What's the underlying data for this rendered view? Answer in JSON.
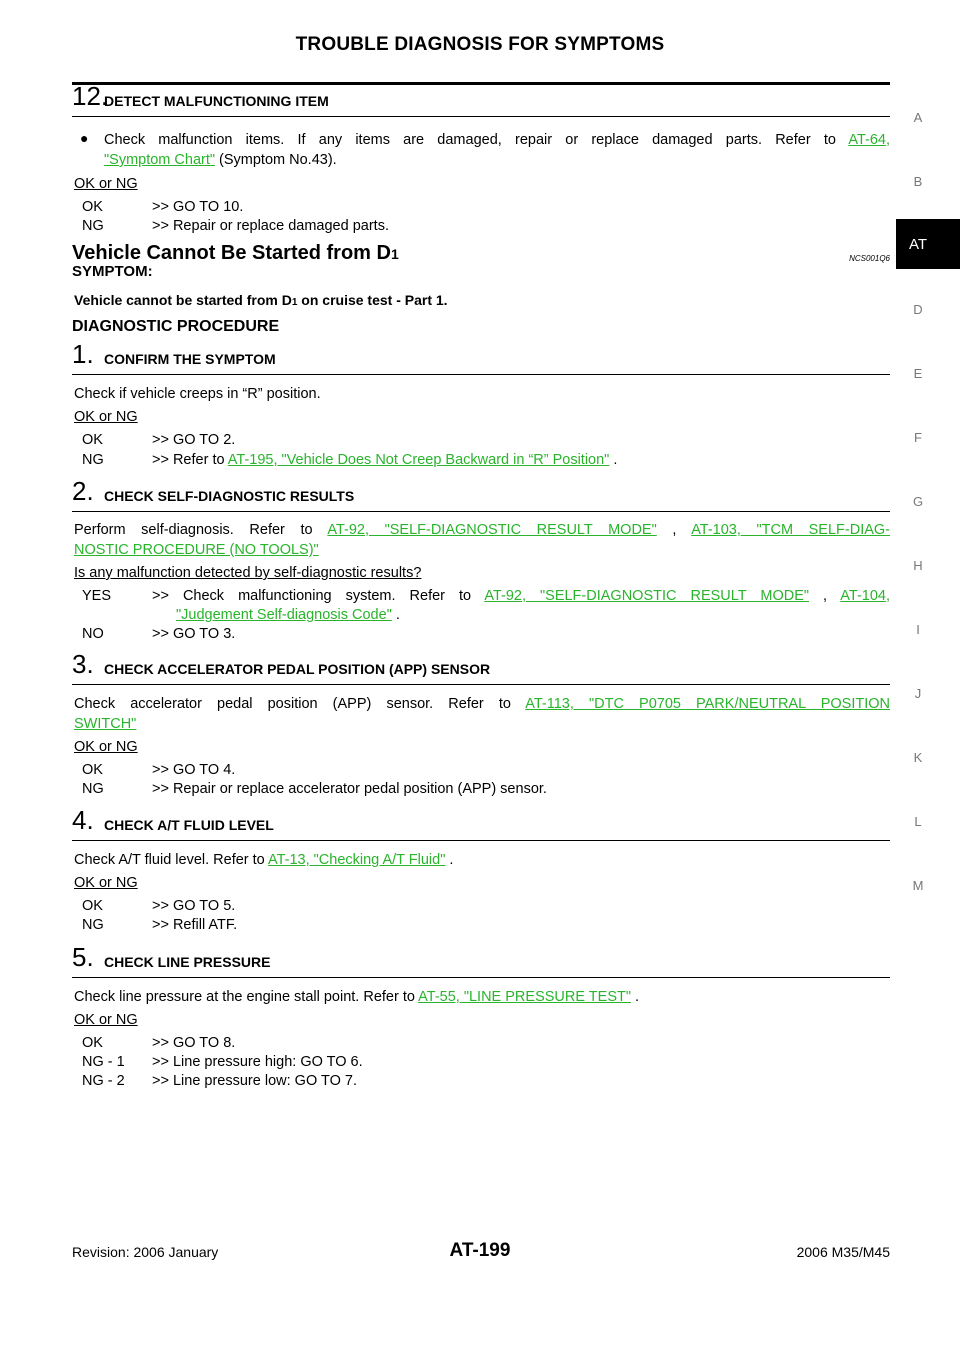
{
  "header": {
    "title": "TROUBLE DIAGNOSIS FOR SYMPTOMS"
  },
  "side_index": [
    "A",
    "B",
    "AT",
    "D",
    "E",
    "F",
    "G",
    "H",
    "I",
    "J",
    "K",
    "L",
    "M"
  ],
  "step12": {
    "num": "12.",
    "title": "DETECT MALFUNCTIONING ITEM",
    "bullet": "●",
    "text1": "Check malfunction items. If any items are damaged, repair or replace damaged parts. Refer to",
    "link1": "AT-64,",
    "link2": "\"Symptom Chart\"",
    "text2": " (Symptom No.43).",
    "okng": "OK or NG",
    "ok_k": "OK",
    "ok_v": ">> GO TO 10.",
    "ng_k": "NG",
    "ng_v": ">> Repair or replace damaged parts."
  },
  "section": {
    "title": "Vehicle Cannot Be Started from D",
    "title_sub": "1",
    "code": "NCS001Q6",
    "symptom_head": "SYMPTOM:",
    "symptom_text": "Vehicle cannot be started from D",
    "symptom_sub": "1",
    "symptom_tail": " on cruise test - Part 1.",
    "procedure_head": "DIAGNOSTIC PROCEDURE"
  },
  "step1": {
    "num": "1.",
    "title": "CONFIRM THE SYMPTOM",
    "text": "Check if vehicle creeps in “R” position.",
    "okng": "OK or NG",
    "ok_k": "OK",
    "ok_v": ">> GO TO 2.",
    "ng_k": "NG",
    "ng_v": ">> Refer to ",
    "ng_link": "AT-195, \"Vehicle Does Not Creep Backward in “R” Position\"",
    "ng_tail": " ."
  },
  "step2": {
    "num": "2.",
    "title": "CHECK SELF-DIAGNOSTIC RESULTS",
    "text": "Perform self-diagnosis. Refer to ",
    "link1": "AT-92, \"SELF-DIAGNOSTIC RESULT MODE\"",
    "sep": " , ",
    "link2a": "AT-103, \"TCM SELF-DIAG-",
    "link2b": "NOSTIC PROCEDURE (NO TOOLS)\"",
    "question": "Is any malfunction detected by self-diagnostic results?",
    "yes_k": "YES",
    "yes_v": ">> Check malfunctioning system. Refer to ",
    "yes_link1": "AT-92, \"SELF-DIAGNOSTIC RESULT MODE\"",
    "yes_sep": " , ",
    "yes_link2": "AT-104,",
    "yes_link3": "\"Judgement Self-diagnosis Code\"",
    "yes_tail": " .",
    "no_k": "NO",
    "no_v": ">> GO TO 3."
  },
  "step3": {
    "num": "3.",
    "title": "CHECK ACCELERATOR PEDAL POSITION (APP) SENSOR",
    "text": "Check accelerator pedal position (APP) sensor. Refer to ",
    "link1": "AT-113, \"DTC P0705 PARK/NEUTRAL POSITION",
    "link2": "SWITCH\"",
    "okng": "OK or NG",
    "ok_k": "OK",
    "ok_v": ">> GO TO 4.",
    "ng_k": "NG",
    "ng_v": ">> Repair or replace accelerator pedal position (APP) sensor."
  },
  "step4": {
    "num": "4.",
    "title": "CHECK A/T FLUID LEVEL",
    "text": "Check A/T fluid level. Refer to ",
    "link": "AT-13, \"Checking A/T Fluid\"",
    "tail": " .",
    "okng": "OK or NG",
    "ok_k": "OK",
    "ok_v": ">> GO TO 5.",
    "ng_k": "NG",
    "ng_v": ">> Refill ATF."
  },
  "step5": {
    "num": "5.",
    "title": "CHECK LINE PRESSURE",
    "text": "Check line pressure at the engine stall point. Refer to ",
    "link": "AT-55, \"LINE PRESSURE TEST\"",
    "tail": " .",
    "okng": "OK or NG",
    "ok_k": "OK",
    "ok_v": ">> GO TO 8.",
    "ng1_k": "NG - 1",
    "ng1_v": ">> Line pressure high: GO TO 6.",
    "ng2_k": "NG - 2",
    "ng2_v": ">> Line pressure low: GO TO 7."
  },
  "footer": {
    "revision": "Revision: 2006 January",
    "page": "AT-199",
    "model": "2006 M35/M45"
  }
}
